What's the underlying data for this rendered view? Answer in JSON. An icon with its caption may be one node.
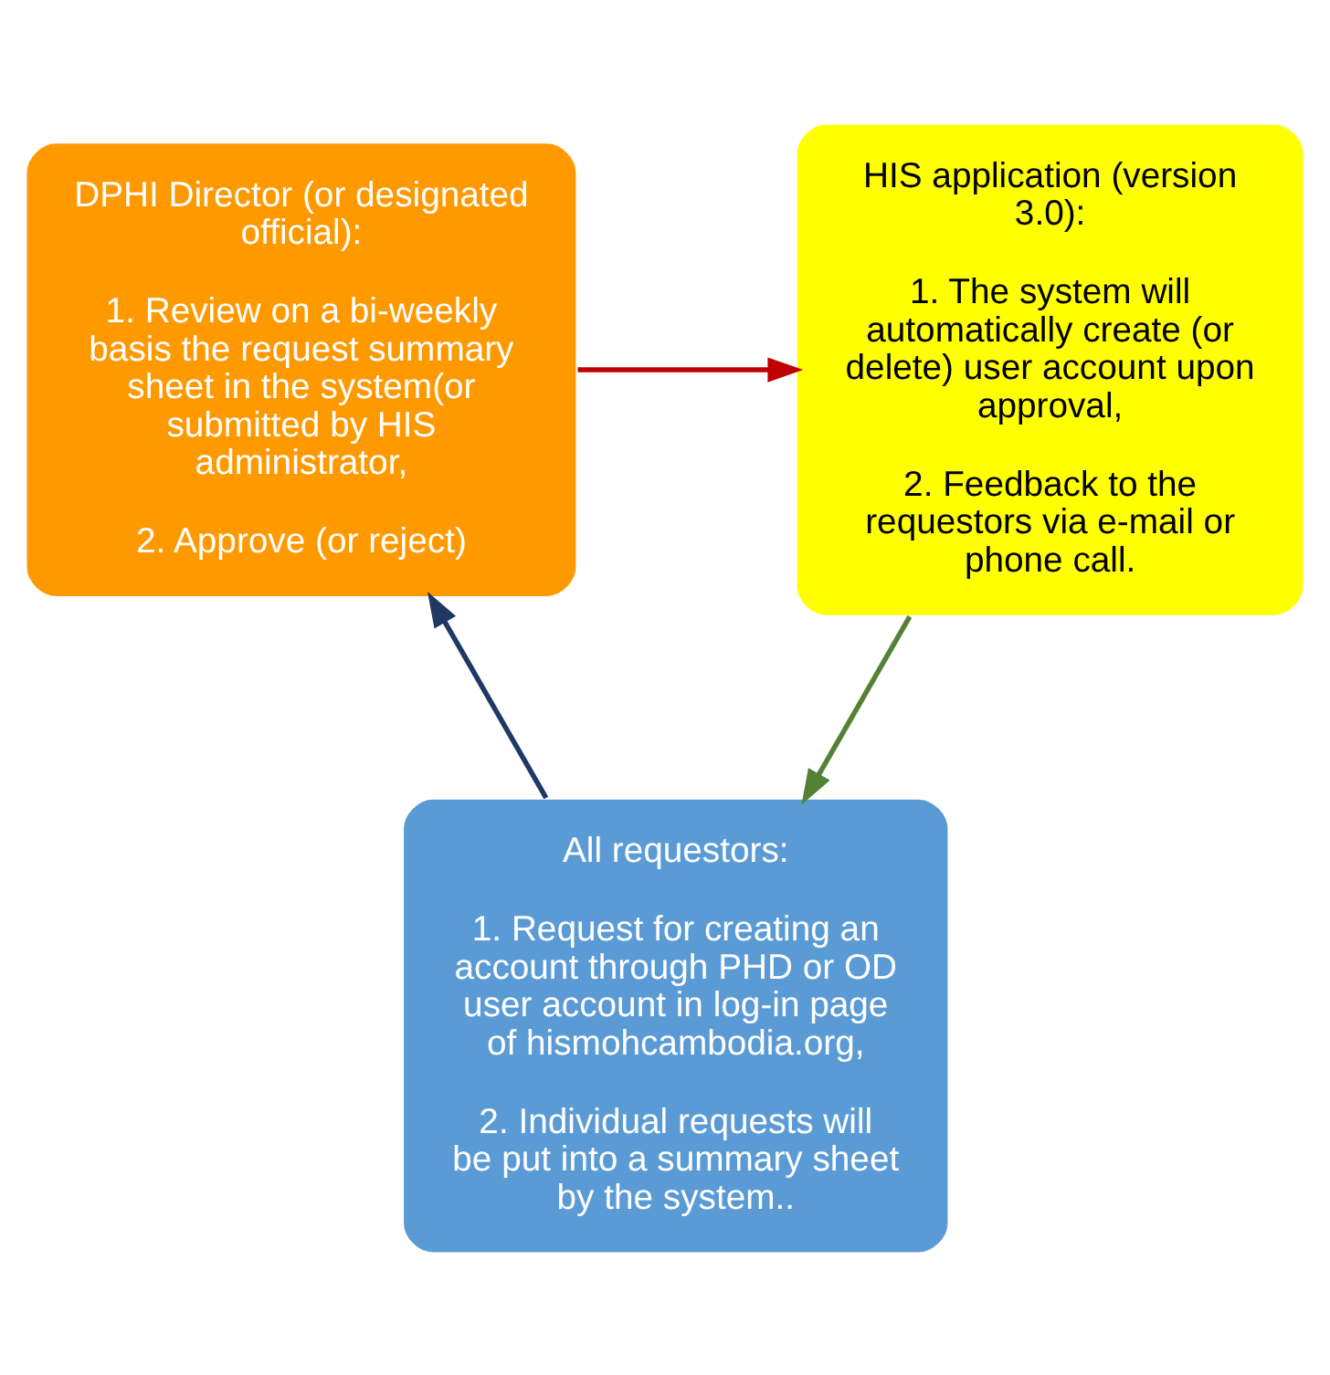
{
  "diagram": {
    "nodes": [
      {
        "text": [
          "DPHI Director (or designated official):",
          "1. Review on a bi-weekly basis the request summary sheet in the system(or submitted by HIS administrator,",
          "2. Approve (or reject)"
        ]
      },
      {
        "text": [
          "HIS application (version 3.0):",
          "1. The system will automatically create (or delete) user account upon approval,",
          "2. Feedback to the requestors via e-mail or phone call."
        ]
      },
      {
        "text": [
          "All requestors:",
          "1. Request for creating an account through PHD or OD user account in log-in page of hismohcambodia.org,",
          "2. Individual requests will be put into a summary sheet by the system.."
        ]
      }
    ],
    "edges": [
      {
        "from": 0,
        "to": 1,
        "arrow": "to",
        "color": "#c00000"
      },
      {
        "from": 1,
        "to": 2,
        "arrow": "to",
        "color": "#548235"
      },
      {
        "from": 2,
        "to": 0,
        "arrow": "to",
        "color": "#203864"
      }
    ]
  }
}
